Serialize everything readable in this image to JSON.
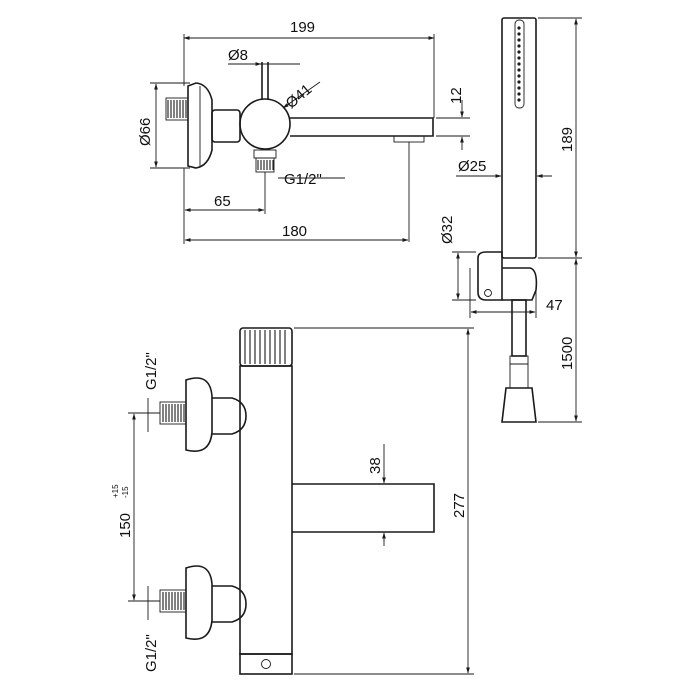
{
  "dimensions": {
    "width_199": "199",
    "spout_height_12": "12",
    "dia_8": "Ø8",
    "dia_41": "Ø41",
    "dia_66": "Ø66",
    "thread_top": "G1/2\"",
    "offset_65": "65",
    "depth_180": "180",
    "shower_height_189": "189",
    "dia_25": "Ø25",
    "dia_32": "Ø32",
    "bracket_47": "47",
    "hose_1500": "1500",
    "thread_front_upper": "G1/2\"",
    "centers_150": "150",
    "tol_plus": "+15",
    "tol_minus": "-15",
    "spout_38": "38",
    "height_277": "277",
    "thread_front_lower": "G1/2\""
  }
}
